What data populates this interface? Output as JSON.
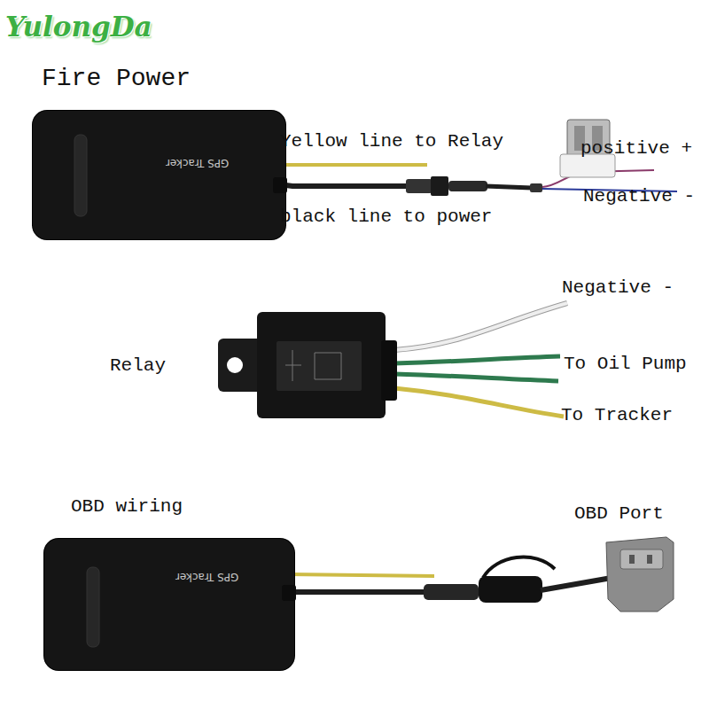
{
  "diagram": {
    "title": "Fire Power",
    "nodes": [
      {
        "text": [
          "GPS Tracker"
        ]
      },
      {
        "text": [
          "GPS Tracker"
        ]
      }
    ],
    "labels": [
      "YulongDa",
      "Yellow line to Relay",
      "positive +",
      "black line to power",
      "Negative -",
      "Negative -",
      "Relay",
      "To Oil Pump",
      "To Tracker",
      "OBD wiring",
      "OBD Port"
    ]
  }
}
